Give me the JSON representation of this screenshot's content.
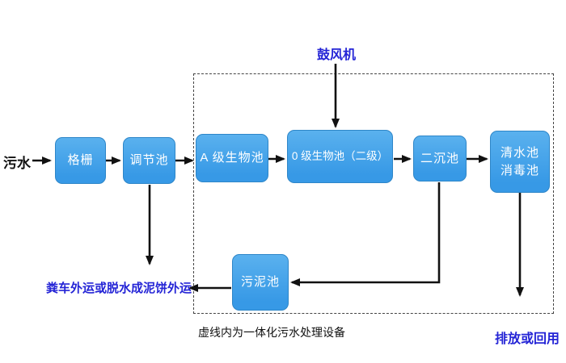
{
  "diagram": {
    "inlet_label": "污水",
    "blower_label": "鼓风机",
    "nodes": {
      "grid": "格栅",
      "regulating_tank": "调节池",
      "a_bio_tank": "A 级生物池",
      "o_bio_tank": "0 级生物池（二级）",
      "secondary_sedimentation_tank": "二沉池",
      "clear_water_tank_line1": "清水池",
      "clear_water_tank_line2": "消毒池",
      "sludge_tank": "污泥池"
    },
    "labels": {
      "sludge_disposal": "粪车外运或脱水成泥饼外运",
      "dashed_box_caption": "虚线内为一体化污水处理设备",
      "discharge": "排放或回用"
    },
    "colors": {
      "box_fill_top": "#5AB1EE",
      "box_fill_bottom": "#3799E6",
      "box_border": "#2E86C8",
      "box_text": "#FFFFFF",
      "accent_text": "#2424D6",
      "arrow": "#111111",
      "plain_text": "#111111"
    }
  }
}
